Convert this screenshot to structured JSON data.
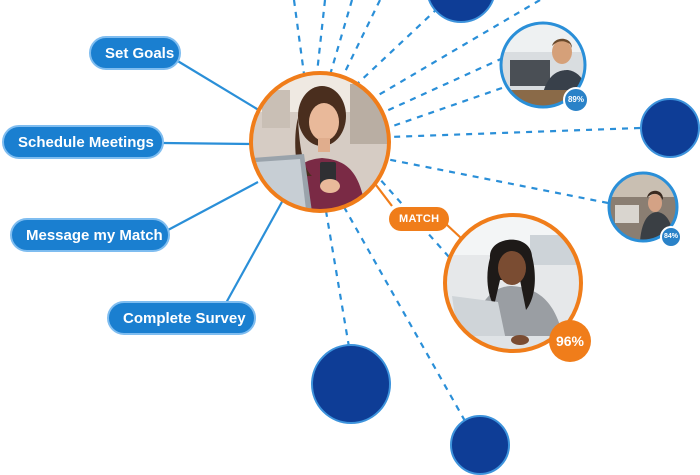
{
  "actions": {
    "set_goals": "Set Goals",
    "schedule_meetings": "Schedule Meetings",
    "message_match": "Message my Match",
    "complete_survey": "Complete Survey"
  },
  "match_label": "MATCH",
  "matches": [
    {
      "score": "89%"
    },
    {
      "score": "84%"
    },
    {
      "score": "96%"
    }
  ],
  "colors": {
    "brand_blue": "#1a7fd0",
    "dark_blue": "#0e3d96",
    "line_blue": "#2a8fd8",
    "accent_orange": "#f07d1a"
  }
}
